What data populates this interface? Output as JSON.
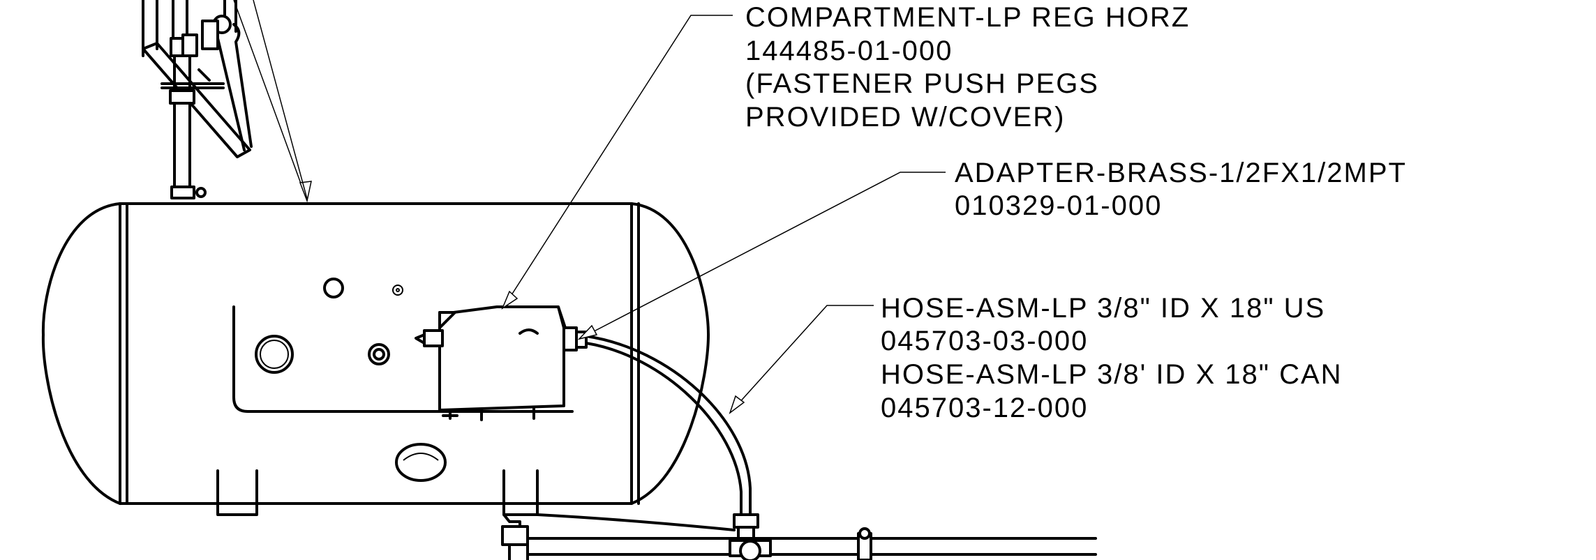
{
  "callouts": [
    {
      "id": "compartment",
      "lines": [
        "COMPARTMENT-LP REG HORZ",
        "144485-01-000",
        "(FASTENER PUSH PEGS",
        "PROVIDED W/COVER)"
      ]
    },
    {
      "id": "adapter",
      "lines": [
        "ADAPTER-BRASS-1/2FX1/2MPT",
        "010329-01-000"
      ]
    },
    {
      "id": "hose",
      "lines": [
        "HOSE-ASM-LP 3/8\" ID X 18\" US",
        "045703-03-000",
        "HOSE-ASM-LP 3/8' ID X 18\" CAN",
        "045703-12-000"
      ]
    }
  ],
  "colors": {
    "line": "#000000",
    "background": "#ffffff"
  }
}
